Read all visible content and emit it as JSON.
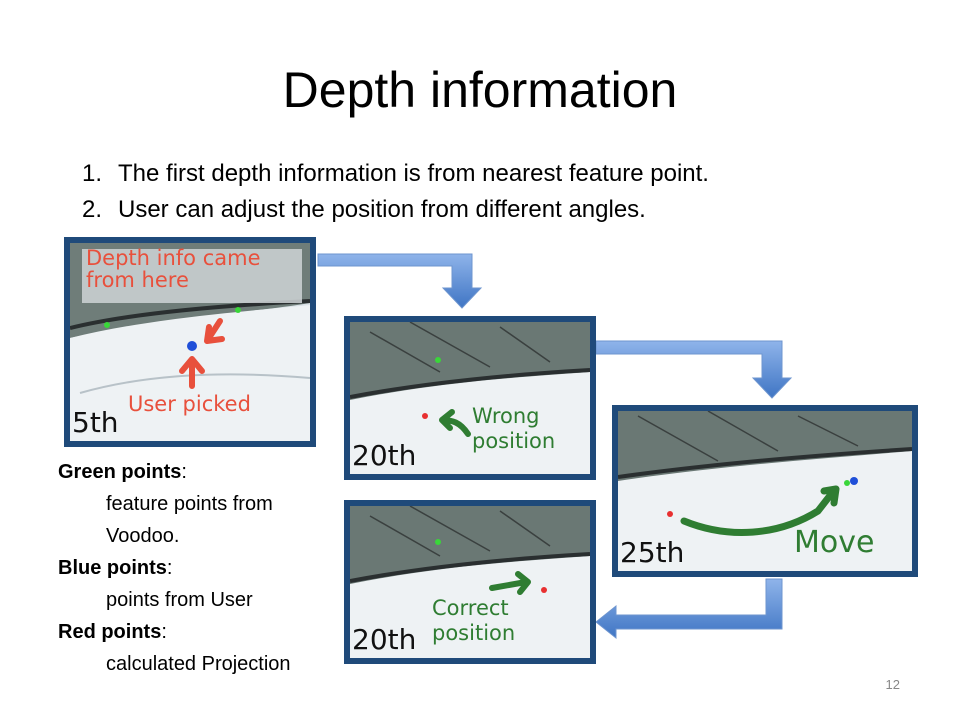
{
  "slide": {
    "title": "Depth information",
    "points": [
      {
        "num": "1.",
        "text": "The first depth information is from nearest feature point."
      },
      {
        "num": "2.",
        "text": "User can adjust the position from different angles."
      }
    ],
    "page_number": "12"
  },
  "frames": {
    "f1": {
      "frame_no": "5th",
      "label_top": "Depth info came from here",
      "label_bottom": "User picked"
    },
    "f2": {
      "frame_no": "20th",
      "label": "Wrong position"
    },
    "f3": {
      "frame_no": "25th",
      "label": "Move"
    },
    "f4": {
      "frame_no": "20th",
      "label": "Correct position"
    }
  },
  "legend": [
    {
      "head": "Green points",
      "desc": "feature points from Voodoo."
    },
    {
      "head": "Blue points",
      "desc": "points from User"
    },
    {
      "head": "Red points",
      "desc": "calculated Projection"
    }
  ],
  "colors": {
    "frame_border": "#1f4a7a",
    "arrow_fill": "#5b8fd6",
    "label_red": "#e8503c",
    "label_green": "#2f7d32",
    "point_green": "#39d639",
    "point_blue": "#1f4fd8",
    "point_red": "#e83030"
  }
}
